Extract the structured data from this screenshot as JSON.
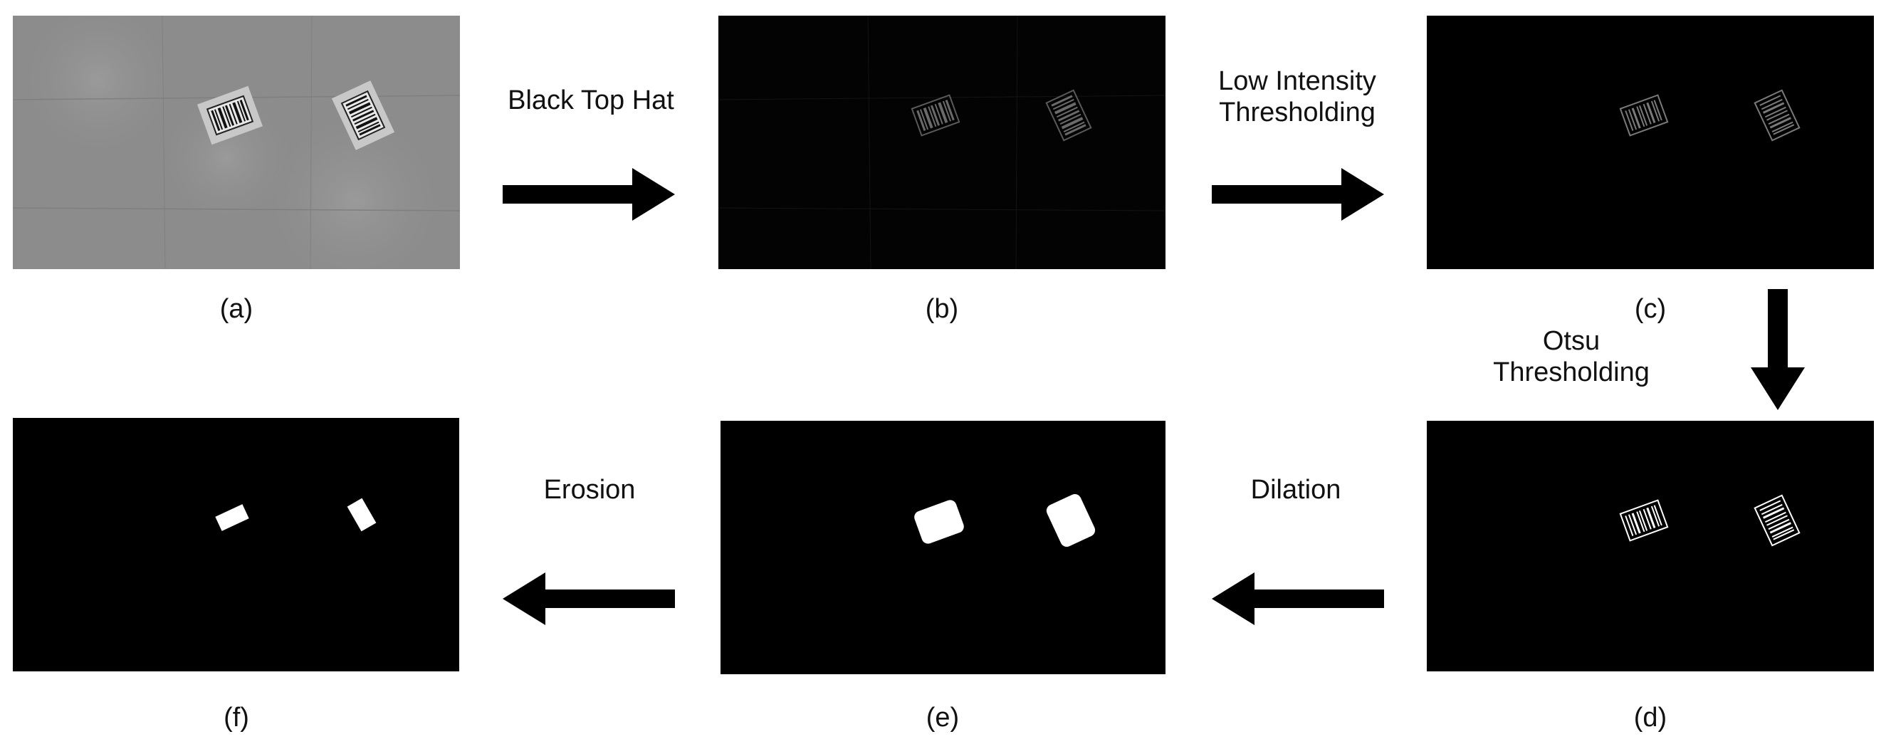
{
  "panels": [
    {
      "id": "a",
      "caption": "(a)"
    },
    {
      "id": "b",
      "caption": "(b)"
    },
    {
      "id": "c",
      "caption": "(c)"
    },
    {
      "id": "d",
      "caption": "(d)"
    },
    {
      "id": "e",
      "caption": "(e)"
    },
    {
      "id": "f",
      "caption": "(f)"
    }
  ],
  "steps": {
    "black_top_hat": "Black Top Hat",
    "low_intensity_line1": "Low Intensity",
    "low_intensity_line2": "Thresholding",
    "otsu_line1": "Otsu",
    "otsu_line2": "Thresholding",
    "dilation": "Dilation",
    "erosion": "Erosion"
  },
  "colors": {
    "background": "#ffffff",
    "panel_dark": "#000000",
    "panel_gray": "#8a8a8a",
    "arrow": "#000000",
    "foreground_white": "#ffffff"
  }
}
